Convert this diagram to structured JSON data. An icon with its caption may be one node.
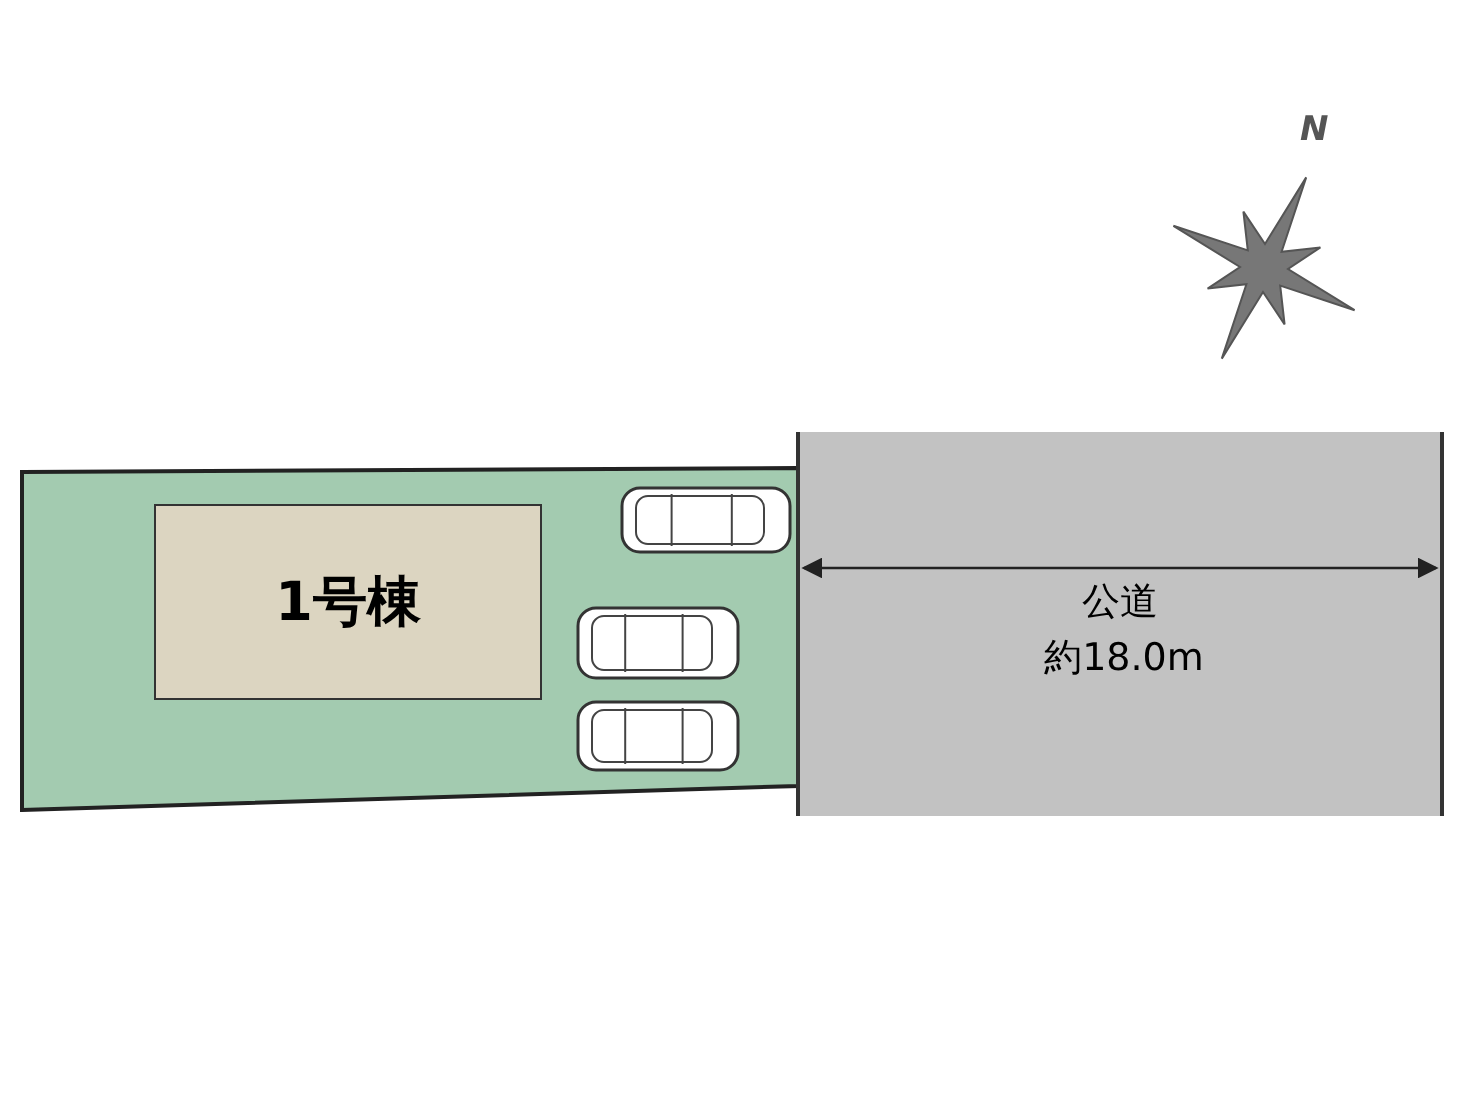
{
  "diagram": {
    "nodes": [
      {
        "text": [],
        "shape": "box"
      },
      {
        "text": [
          "1号棟"
        ],
        "in": 0
      },
      {
        "text": [
          "公道"
        ]
      }
    ],
    "labels": [
      "N",
      "約18.0m"
    ]
  }
}
